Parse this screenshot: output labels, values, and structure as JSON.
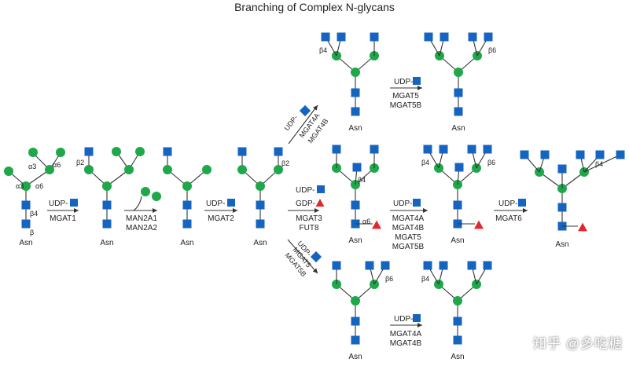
{
  "title": "Branching of Complex N-glycans",
  "watermark": "知乎 @多吃糖",
  "colors": {
    "glcnac": "#1565c0",
    "mannose": "#1ea84a",
    "fucose": "#e0282e",
    "line": "#333333",
    "arrow": "#333333"
  },
  "asn_label": "Asn",
  "linkages": {
    "a3": "α3",
    "a6": "α6",
    "b2": "β2",
    "b4": "β4",
    "b6": "β6",
    "b": "β"
  },
  "steps": [
    {
      "id": "mgat1",
      "donor": "UDP-",
      "donor_sugar": "glcnac",
      "enzymes": [
        "MGAT1"
      ]
    },
    {
      "id": "man2a",
      "donor": "",
      "donor_sugar": "mannose-pair",
      "enzymes": [
        "MAN2A1",
        "MAN2A2"
      ]
    },
    {
      "id": "mgat2",
      "donor": "UDP-",
      "donor_sugar": "glcnac",
      "enzymes": [
        "MGAT2"
      ]
    },
    {
      "id": "mgat4",
      "donor": "UDP-",
      "donor_sugar": "glcnac",
      "enzymes": [
        "MGAT4A",
        "MGAT4B"
      ]
    },
    {
      "id": "mgat3fut8",
      "donor": "UDP-",
      "donor2": "GDP-",
      "donor_sugar": "glcnac",
      "enzymes": [
        "MGAT3",
        "FUT8"
      ]
    },
    {
      "id": "mgat5b",
      "donor": "UDP-",
      "donor_sugar": "glcnac",
      "enzymes": [
        "MGAT5",
        "MGAT5B"
      ]
    },
    {
      "id": "mgat5",
      "donor": "UDP-",
      "donor_sugar": "glcnac",
      "enzymes": [
        "MGAT5",
        "MGAT5B"
      ]
    },
    {
      "id": "mgat4all",
      "donor": "UDP-",
      "donor_sugar": "glcnac",
      "enzymes": [
        "MGAT4A",
        "MGAT4B",
        "MGAT5",
        "MGAT5B"
      ]
    },
    {
      "id": "mgat6",
      "donor": "UDP-",
      "donor_sugar": "glcnac",
      "enzymes": [
        "MGAT6"
      ]
    },
    {
      "id": "mgat4c",
      "donor": "UDP-",
      "donor_sugar": "glcnac",
      "enzymes": [
        "MGAT4A",
        "MGAT4B"
      ]
    }
  ]
}
